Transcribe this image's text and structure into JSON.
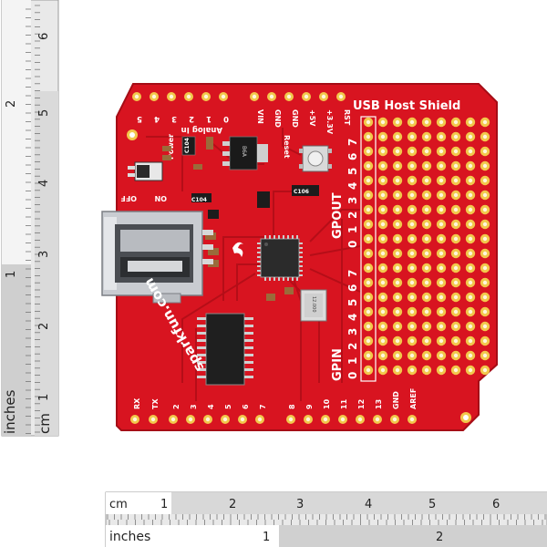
{
  "board": {
    "title": "USB Host Shield",
    "brand": "sparkfun.com",
    "colors": {
      "pcb": "#d81420",
      "pcb_dark": "#b00d17",
      "silk": "#ffffff",
      "pad": "#f2c84b",
      "usb": "#c9ccd1"
    },
    "top_headers": [
      "5",
      "4",
      "3",
      "2",
      "1",
      "0",
      "VIN",
      "GND",
      "GND",
      "+5V",
      "+3.3V",
      "RST"
    ],
    "analog_label": "Analog In",
    "switch_labels": {
      "power": "Power",
      "off": "OFF",
      "on": "ON"
    },
    "reset_label": "Reset",
    "gpout_label": "GPOUT",
    "gpout_numbers": [
      "0",
      "1",
      "2",
      "3",
      "4",
      "5",
      "6",
      "7"
    ],
    "gpin_label": "GPIN",
    "gpin_numbers": [
      "0",
      "1",
      "2",
      "3",
      "4",
      "5",
      "6",
      "7"
    ],
    "bottom_headers": [
      "RX",
      "TX",
      "2",
      "3",
      "4",
      "5",
      "6",
      "7",
      "8",
      "9",
      "10",
      "11",
      "12",
      "13",
      "GND",
      "AREF"
    ],
    "chip_labels": {
      "c104_a": "C104",
      "c104_b": "C104",
      "c106": "C106"
    },
    "crystal_label": "12.000",
    "regulator_label": "B6A"
  },
  "rulers": {
    "left_top_numbers": [
      "6",
      "5",
      "2"
    ],
    "left_bottom_numbers": [
      "1",
      "4",
      "3",
      "2",
      "1"
    ],
    "left_inches_label": "inches",
    "left_cm_label": "cm",
    "bottom_cm_label": "cm",
    "bottom_cm_numbers": [
      "1",
      "2",
      "3",
      "4",
      "5",
      "6"
    ],
    "bottom_inches_label": "inches",
    "bottom_inches_numbers": [
      "1",
      "2"
    ]
  }
}
